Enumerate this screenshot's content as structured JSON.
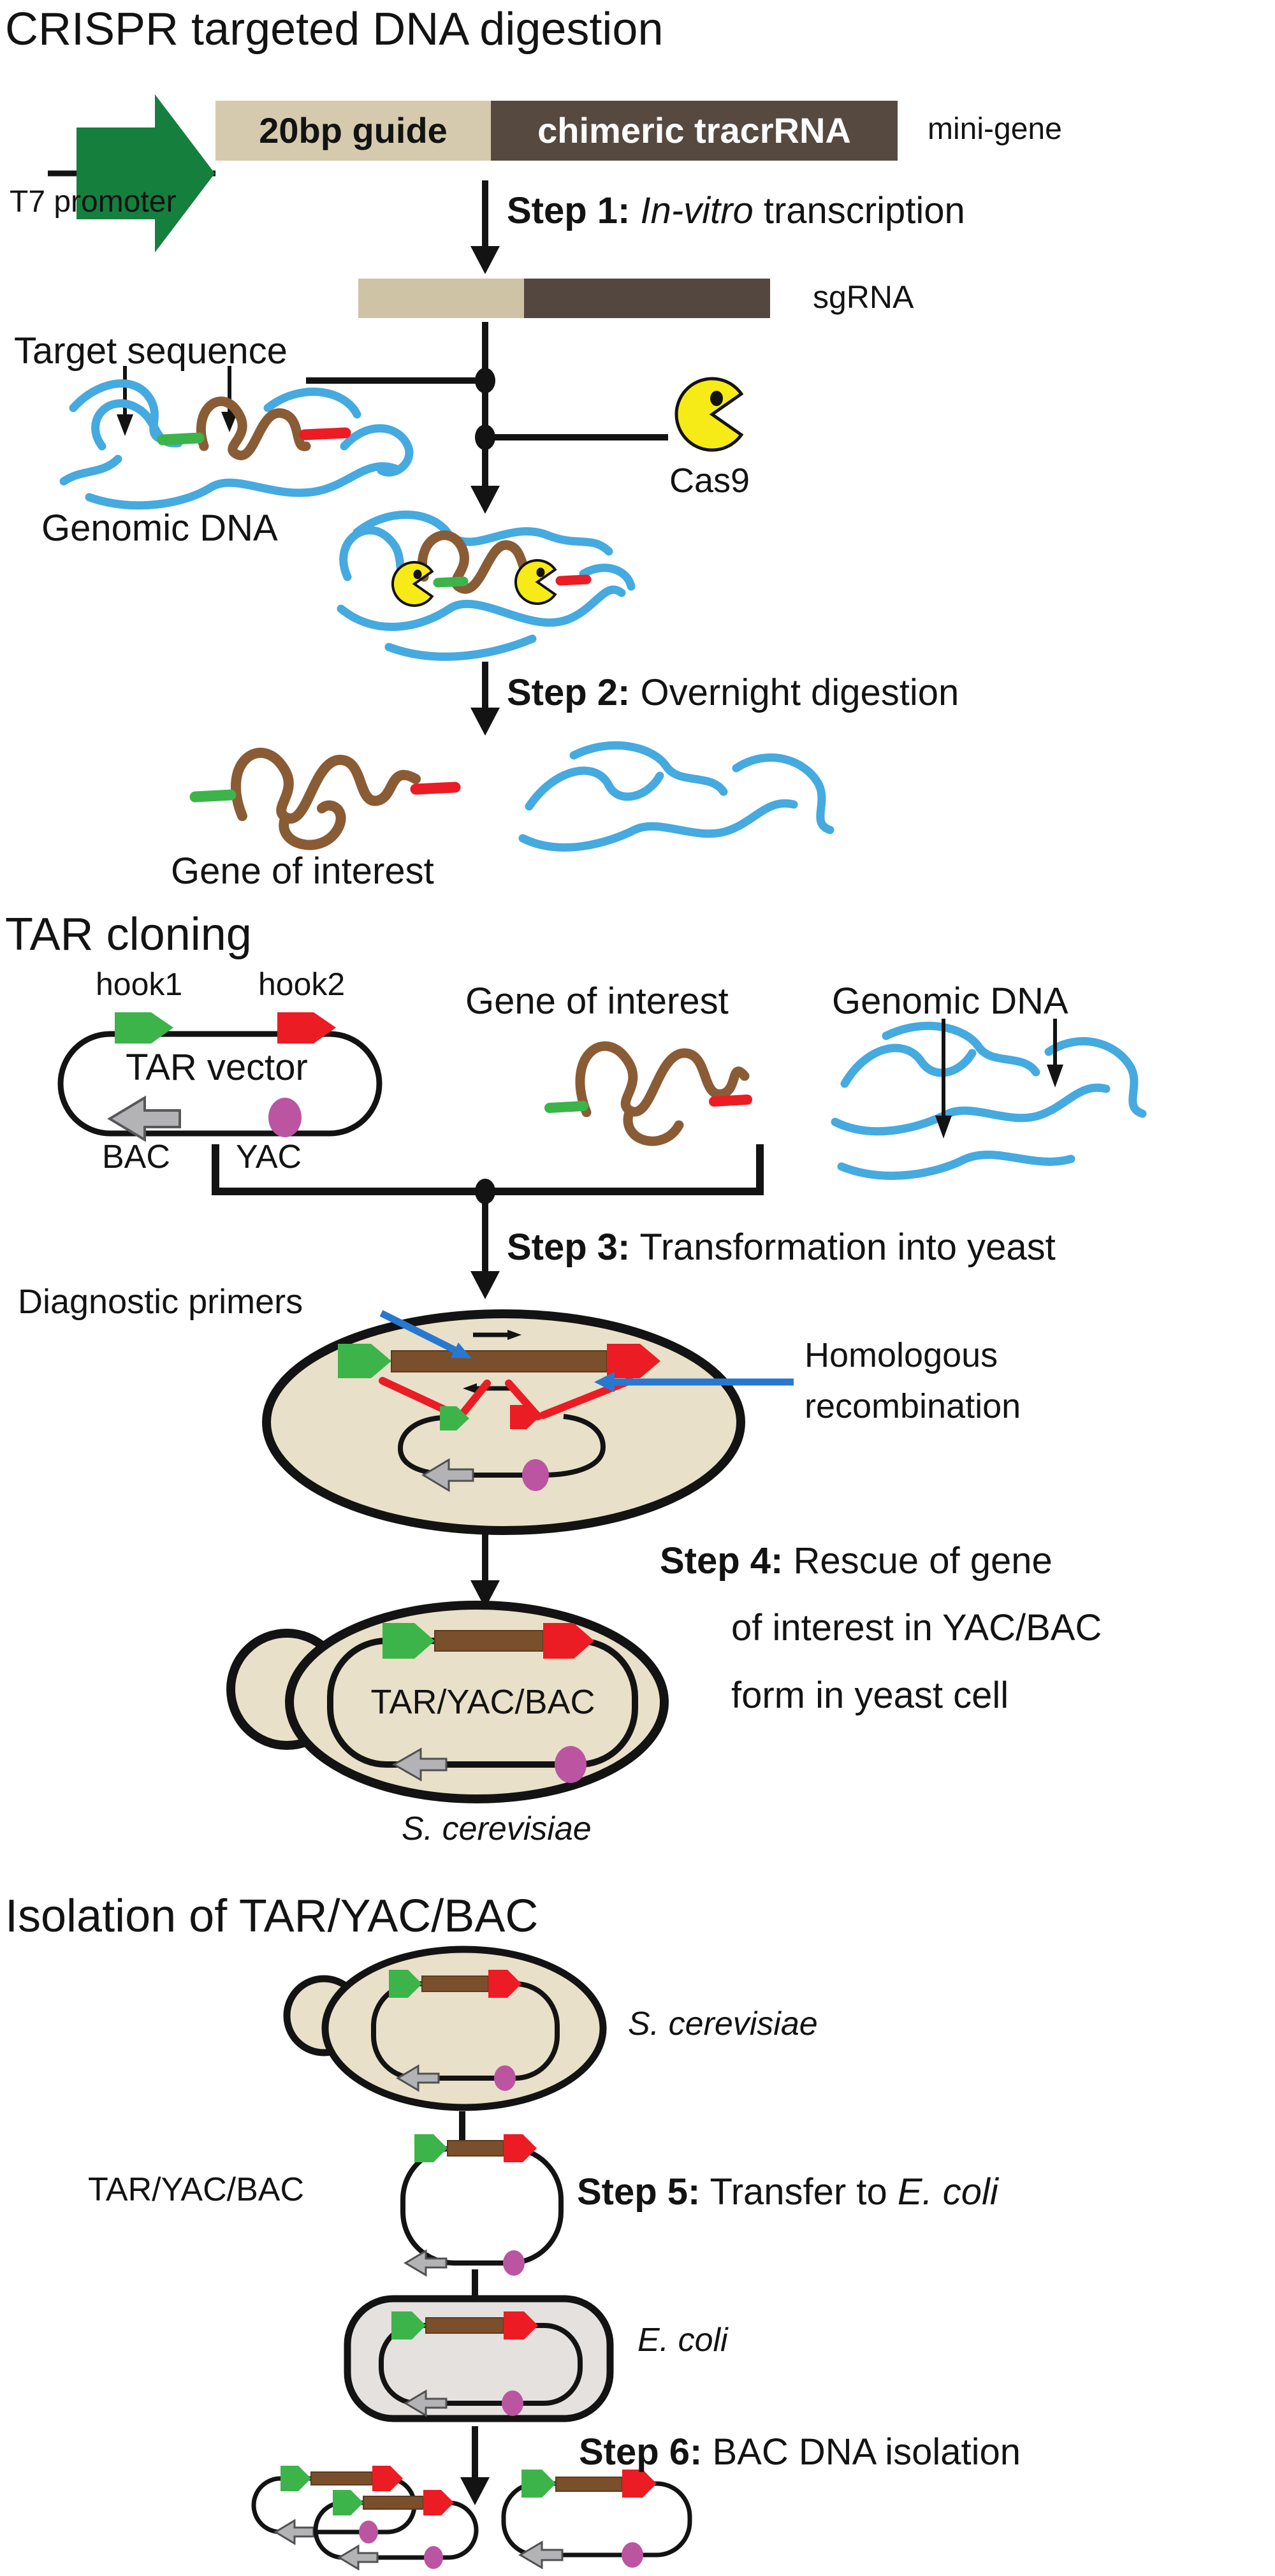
{
  "colors": {
    "dna_blue": "#45aadf",
    "gene_brown": "#8a5c35",
    "cassette_brown": "#7a4f2b",
    "hook_green": "#3cb44a",
    "t7_green": "#157f3e",
    "target_red": "#ec1c24",
    "cas9_yellow": "#f6eb16",
    "yac_purple": "#bb55a2",
    "bac_gray": "#b3b3b5",
    "guide_tan": "#d6caae",
    "tracr_dark": "#564940",
    "yeast_fill": "#e8e0c8",
    "ecoli_fill": "#e4e1de",
    "annotation_blue": "#2878d0"
  },
  "crispr": {
    "title": "CRISPR targeted DNA digestion",
    "t7_promoter": "T7 promoter",
    "guide_box": "20bp guide",
    "tracr_box": "chimeric tracrRNA",
    "mini_gene": "mini-gene",
    "step1_bold": "Step 1:",
    "step1_italic": " In-vitro",
    "step1_rest": " transcription",
    "sgrna": "sgRNA",
    "target_sequence": "Target sequence",
    "genomic_dna": "Genomic DNA",
    "cas9": "Cas9",
    "step2_bold": "Step 2:",
    "step2_rest": " Overnight digestion",
    "gene_of_interest": "Gene of interest"
  },
  "tar": {
    "title": "TAR cloning",
    "hook1": "hook1",
    "hook2": "hook2",
    "vector": "TAR vector",
    "bac": "BAC",
    "yac": "YAC",
    "gene_of_interest": "Gene of interest",
    "genomic_dna": "Genomic DNA",
    "step3_bold": "Step 3:",
    "step3_rest": " Transformation into yeast",
    "diagnostic_primers": "Diagnostic primers",
    "homologous_line1": "Homologous",
    "homologous_line2": "recombination",
    "step4_bold": "Step 4:",
    "step4_line1": " Rescue of gene",
    "step4_line2": "of interest in YAC/BAC",
    "step4_line3": "form in yeast cell",
    "plasmid": "TAR/YAC/BAC",
    "organism": "S. cerevisiae"
  },
  "isolation": {
    "title": "Isolation of TAR/YAC/BAC",
    "organism": "S. cerevisiae",
    "plasmid": "TAR/YAC/BAC",
    "step5_bold": "Step 5:",
    "step5_rest": " Transfer to ",
    "step5_italic": "E. coli",
    "ecoli": "E. coli",
    "step6_bold": "Step 6:",
    "step6_rest": " BAC DNA isolation"
  }
}
